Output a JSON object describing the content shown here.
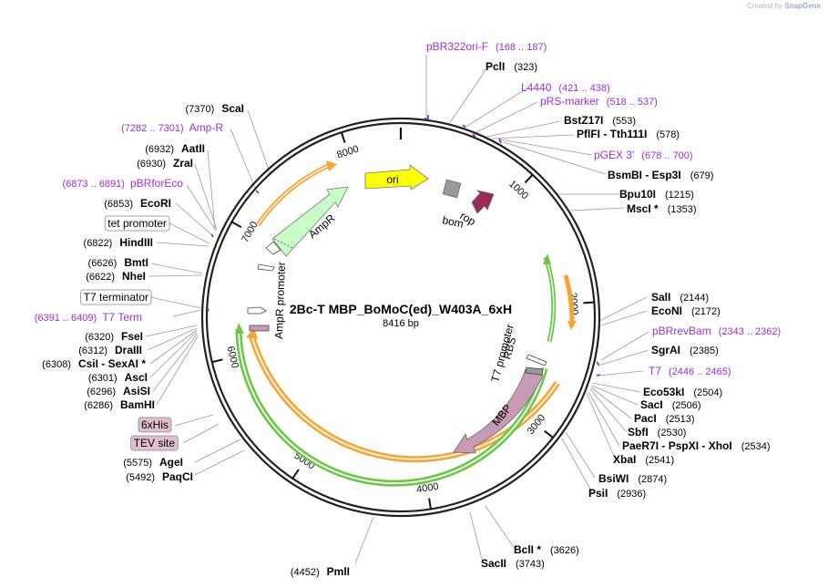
{
  "credit": {
    "prefix": "Created by",
    "brand": "SnapGene"
  },
  "plasmid": {
    "name": "2Bc-T MBP_BoMoC(ed)_W403A_6xH",
    "length_label": "8416 bp",
    "length": 8416
  },
  "colors": {
    "primer": "#9d2fd6",
    "ori": "#ffff00",
    "ampr": "#c7ffc7",
    "rop": "#9b2a5a",
    "bom": "#9a9a9a",
    "mbp": "#c79ab5",
    "orange": "#f7a435",
    "green": "#6ec44a",
    "backbone": "#222222"
  },
  "ticks": [
    "1000",
    "2000",
    "3000",
    "4000",
    "5000",
    "6000",
    "7000",
    "8000"
  ],
  "features": [
    {
      "label": "ori",
      "type": "arrow-right"
    },
    {
      "label": "AmpR",
      "type": "arrow"
    },
    {
      "label": "bom",
      "type": "box"
    },
    {
      "label": "rop",
      "type": "arrow"
    },
    {
      "label": "MBP",
      "type": "arrow"
    },
    {
      "label": "AmpR promoter",
      "type": "promoter"
    },
    {
      "label": "T7 promoter",
      "type": "promoter"
    },
    {
      "label": "RBS",
      "type": "rbs"
    }
  ],
  "site_labels": [
    {
      "name": "PclI",
      "pos": "(323)",
      "kind": "enzyme"
    },
    {
      "name": "L4440",
      "pos": "(421 .. 438)",
      "kind": "primer"
    },
    {
      "name": "pRS-marker",
      "pos": "(518 .. 537)",
      "kind": "primer"
    },
    {
      "name": "BstZ17I",
      "pos": "(553)",
      "kind": "enzyme"
    },
    {
      "name": "PflFI - Tth111I",
      "pos": "(578)",
      "kind": "enzyme"
    },
    {
      "name": "pGEX 3'",
      "pos": "(678 .. 700)",
      "kind": "primer"
    },
    {
      "name": "BsmBI - Esp3I",
      "pos": "(679)",
      "kind": "enzyme"
    },
    {
      "name": "Bpu10I",
      "pos": "(1215)",
      "kind": "enzyme"
    },
    {
      "name": "MscI *",
      "pos": "(1353)",
      "kind": "enzyme"
    },
    {
      "name": "SalI",
      "pos": "(2144)",
      "kind": "enzyme"
    },
    {
      "name": "EcoNI",
      "pos": "(2172)",
      "kind": "enzyme"
    },
    {
      "name": "pBRrevBam",
      "pos": "(2343 .. 2362)",
      "kind": "primer"
    },
    {
      "name": "SgrAI",
      "pos": "(2385)",
      "kind": "enzyme"
    },
    {
      "name": "T7",
      "pos": "(2446 .. 2465)",
      "kind": "primer"
    },
    {
      "name": "Eco53kI",
      "pos": "(2504)",
      "kind": "enzyme"
    },
    {
      "name": "SacI",
      "pos": "(2506)",
      "kind": "enzyme"
    },
    {
      "name": "PacI",
      "pos": "(2513)",
      "kind": "enzyme"
    },
    {
      "name": "SbfI",
      "pos": "(2530)",
      "kind": "enzyme"
    },
    {
      "name": "PaeR7I - PspXI - XhoI",
      "pos": "(2534)",
      "kind": "enzyme"
    },
    {
      "name": "XbaI",
      "pos": "(2541)",
      "kind": "enzyme"
    },
    {
      "name": "BsiWI",
      "pos": "(2874)",
      "kind": "enzyme"
    },
    {
      "name": "PsiI",
      "pos": "(2936)",
      "kind": "enzyme"
    },
    {
      "name": "BclI *",
      "pos": "(3626)",
      "kind": "enzyme"
    },
    {
      "name": "SacII",
      "pos": "(3743)",
      "kind": "enzyme"
    },
    {
      "name": "PmlI",
      "pos": "(4452)",
      "kind": "enzyme"
    },
    {
      "name": "PaqCI",
      "pos": "(5492)",
      "kind": "enzyme"
    },
    {
      "name": "AgeI",
      "pos": "(5575)",
      "kind": "enzyme"
    },
    {
      "name": "TEV site",
      "pos": "",
      "kind": "boxed-pink"
    },
    {
      "name": "6xHis",
      "pos": "",
      "kind": "boxed-pink"
    },
    {
      "name": "BamHI",
      "pos": "(6286)",
      "kind": "enzyme"
    },
    {
      "name": "AsiSI",
      "pos": "(6296)",
      "kind": "enzyme"
    },
    {
      "name": "AscI",
      "pos": "(6301)",
      "kind": "enzyme"
    },
    {
      "name": "CsiI - SexAI *",
      "pos": "(6308)",
      "kind": "enzyme"
    },
    {
      "name": "DraIII",
      "pos": "(6312)",
      "kind": "enzyme"
    },
    {
      "name": "FseI",
      "pos": "(6320)",
      "kind": "enzyme"
    },
    {
      "name": "T7 Term",
      "pos": "(6391 .. 6409)",
      "kind": "primer"
    },
    {
      "name": "T7 terminator",
      "pos": "",
      "kind": "boxed"
    },
    {
      "name": "NheI",
      "pos": "(6622)",
      "kind": "enzyme"
    },
    {
      "name": "BmtI",
      "pos": "(6626)",
      "kind": "enzyme"
    },
    {
      "name": "HindIII",
      "pos": "(6822)",
      "kind": "enzyme"
    },
    {
      "name": "tet promoter",
      "pos": "",
      "kind": "boxed"
    },
    {
      "name": "EcoRI",
      "pos": "(6853)",
      "kind": "enzyme"
    },
    {
      "name": "pBRforEco",
      "pos": "(6873 .. 6891)",
      "kind": "primer"
    },
    {
      "name": "ZraI",
      "pos": "(6930)",
      "kind": "enzyme"
    },
    {
      "name": "AatII",
      "pos": "(6932)",
      "kind": "enzyme"
    },
    {
      "name": "Amp-R",
      "pos": "(7282 .. 7301)",
      "kind": "primer"
    },
    {
      "name": "ScaI",
      "pos": "(7370)",
      "kind": "enzyme"
    },
    {
      "name": "pBR322ori-F",
      "pos": "(168 .. 187)",
      "kind": "primer"
    }
  ]
}
